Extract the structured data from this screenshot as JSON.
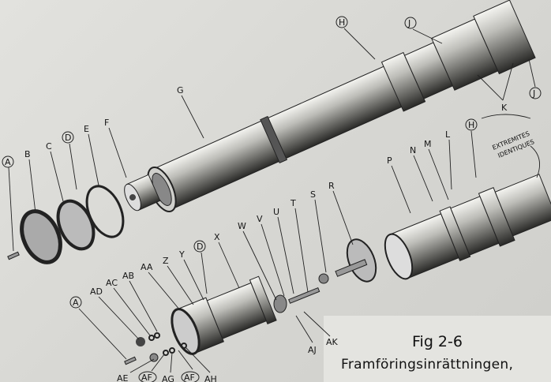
{
  "figure": {
    "number": "Fig 2-6",
    "caption": "Framföringsinrättningen,",
    "note_line1": "EXTREMITES",
    "note_line2": "IDENTIQUES"
  },
  "labels": {
    "A": "A",
    "B": "B",
    "C": "C",
    "D": "D",
    "E": "E",
    "F": "F",
    "G": "G",
    "H": "H",
    "J": "J",
    "K": "K",
    "L": "L",
    "M": "M",
    "N": "N",
    "P": "P",
    "R": "R",
    "S": "S",
    "T": "T",
    "U": "U",
    "V": "V",
    "W": "W",
    "X": "X",
    "Y": "Y",
    "Z": "Z",
    "AA": "AA",
    "AB": "AB",
    "AC": "AC",
    "AD": "AD",
    "AE": "AE",
    "AF": "AF",
    "AG": "AG",
    "AH": "AH",
    "AJ": "AJ",
    "AK": "AK"
  }
}
